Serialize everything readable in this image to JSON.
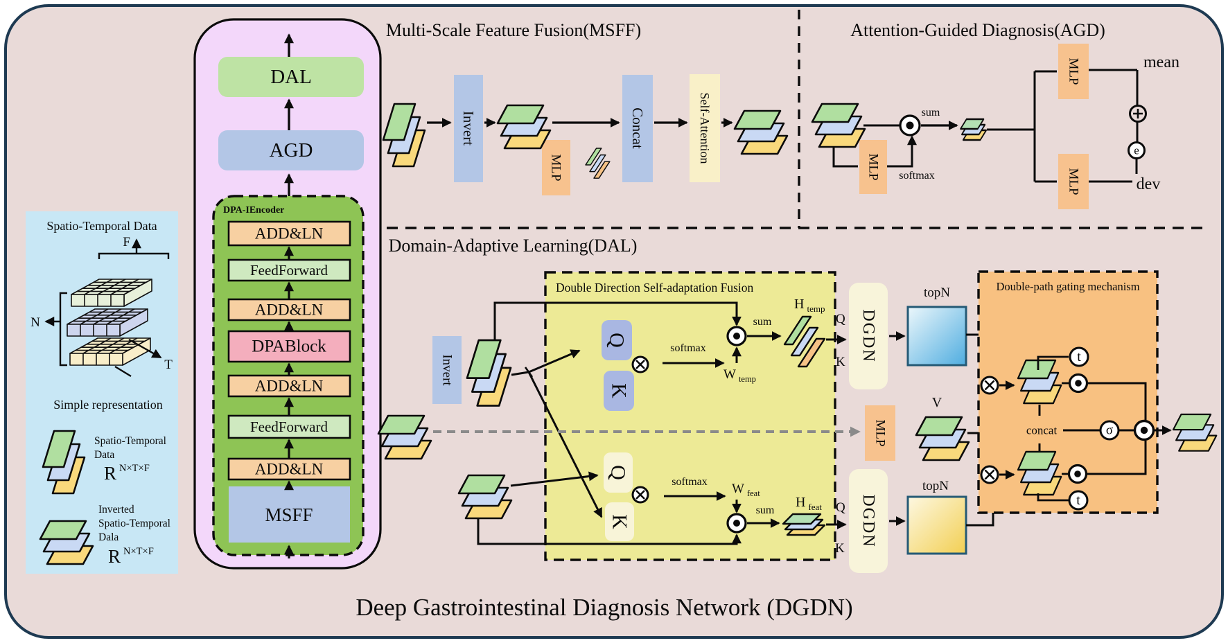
{
  "caption": "Deep Gastrointestinal Diagnosis Network (DGDN)",
  "colors": {
    "background": "#e9dad8",
    "outer_border": "#1e3a52",
    "panel_blue": "#c8e7f5",
    "container_purple": "#f3d7fa",
    "encoder_green": "#8ec455",
    "fusion_yellow": "#edea96",
    "gating_orange": "#f8c181",
    "mlp_orange": "#f7c28e",
    "block_blue": "#b3c6e6",
    "block_green": "#bee3a4",
    "dpa_pink": "#f4aebd",
    "addln_orange": "#f7d0a2",
    "feedforward_green": "#cfe9c0",
    "selfattention_yellow": "#f9f0c8",
    "qk_blue": "#a9b7e2",
    "qk_cream": "#f8f4d8",
    "dgdn_cream": "#f8f4da",
    "topn_border": "#255a75",
    "layer_green": "#b0dfa0",
    "layer_blue": "#c9d9f4",
    "layer_yellow": "#f9d97c"
  },
  "data_panel": {
    "title": "Spatio-Temporal Data",
    "axes": {
      "f": "F",
      "n": "N",
      "t": "T"
    },
    "subtitle": "Simple representation",
    "legend": [
      {
        "line1": "Spatio-Temporal",
        "line2": "Data",
        "formula": {
          "base": "R",
          "sup": "N×T×F"
        }
      },
      {
        "line1": "Inverted",
        "line2": "Spatio-Temporal",
        "line3": "Dala",
        "formula": {
          "base": "R",
          "sup": "N×T×F"
        }
      }
    ]
  },
  "encoder": {
    "output_blocks": {
      "dal": "DAL",
      "agd": "AGD"
    },
    "title": "DPA-IEncoder",
    "blocks": [
      "ADD&LN",
      "FeedForward",
      "ADD&LN",
      "DPABlock",
      "ADD&LN",
      "FeedForward",
      "ADD&LN",
      "MSFF"
    ]
  },
  "msff": {
    "title": "Multi-Scale Feature Fusion(MSFF)",
    "invert": "Invert",
    "mlp": "MLP",
    "concat": "Concat",
    "self_attention": "Self-Attention"
  },
  "agd": {
    "title": "Attention-Guided Diagnosis(AGD)",
    "sum": "sum",
    "softmax": "softmax",
    "mlp": "MLP",
    "mean": "mean",
    "dev": "dev",
    "op_e": "e"
  },
  "dal": {
    "title": "Domain-Adaptive Learning(DAL)",
    "invert": "Invert",
    "fusion": {
      "title": "Double Direction Self-adaptation Fusion",
      "q": "Q",
      "k": "K",
      "softmax": "softmax",
      "sum": "sum",
      "w_temp": {
        "base": "W",
        "sub": "temp"
      },
      "w_feat": {
        "base": "W",
        "sub": "feat"
      },
      "h_temp": {
        "base": "H",
        "sub": "temp"
      },
      "h_feat": {
        "base": "H",
        "sub": "feat"
      }
    },
    "io": {
      "q": "Q",
      "k": "K"
    },
    "dgdn": "DGDN",
    "topn": "topN",
    "mlp": "MLP",
    "v": "V",
    "gating": {
      "title": "Double-path gating mechanism",
      "concat": "concat",
      "op_t": "t",
      "op_sigma": "σ"
    }
  }
}
